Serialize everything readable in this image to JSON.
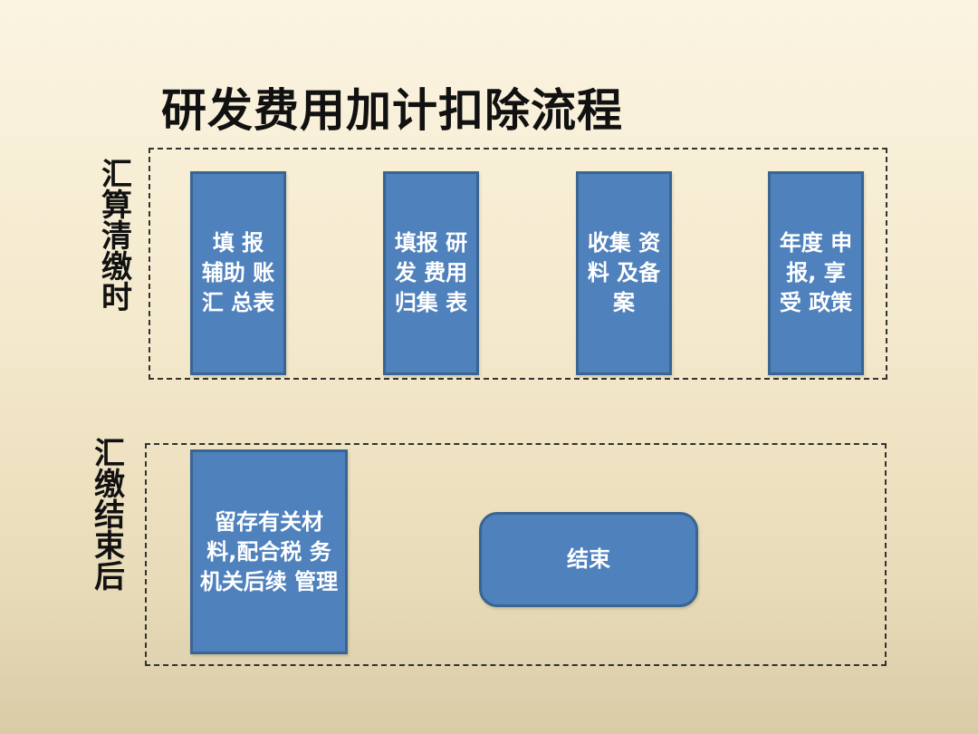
{
  "title": "研发费用加计扣除流程",
  "sections": [
    {
      "label": "汇算清缴时",
      "steps": [
        "填 报 辅助 账汇 总表",
        "填报 研发 费用 归集 表",
        "收集 资料 及备 案",
        "年度 申报, 享受 政策"
      ]
    },
    {
      "label": "汇缴结束后",
      "steps": [
        "留存有关材 料,配合税 务机关后续 管理",
        "结束"
      ]
    }
  ],
  "colors": {
    "box_fill": "#4f81bd",
    "box_border": "#3a6491",
    "frame_border": "#333333"
  }
}
